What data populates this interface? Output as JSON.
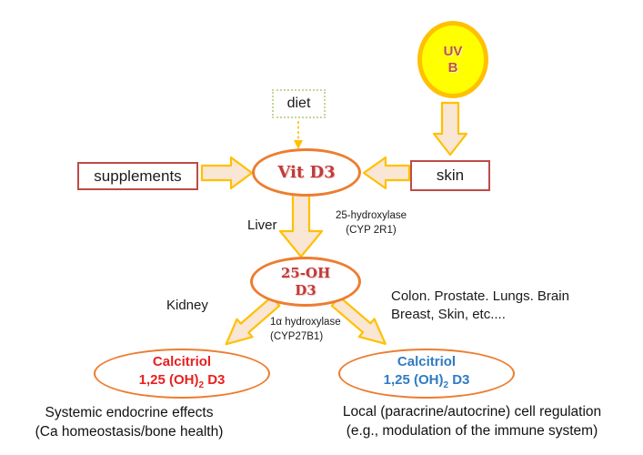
{
  "palette": {
    "arrow_fill": "#FAE6D4",
    "arrow_stroke": "#FFC000",
    "ellipse_stroke": "#ED7D31",
    "red_box_stroke": "#BE4B48",
    "diet_box_stroke": "#C3D69B",
    "uvb_fill": "#FFFF00",
    "dark_red_text": "#C13B3B",
    "bright_red_text": "#E82020",
    "blue_text": "#2F7BC3"
  },
  "nodes": {
    "uvb": {
      "line1": "UV",
      "line2": "B"
    },
    "diet": {
      "label": "diet"
    },
    "supplements": {
      "label": "supplements"
    },
    "skin": {
      "label": "skin"
    },
    "vitd3": {
      "label": "Vit D3"
    },
    "oh25": {
      "line1": "25-OH",
      "line2": "D3"
    },
    "calcitriol_left": {
      "line1": "Calcitriol",
      "formula_pre": "1,25 (OH)",
      "formula_sub": "2",
      "formula_post": " D3"
    },
    "calcitriol_right": {
      "line1": "Calcitriol",
      "formula_pre": "1,25 (OH)",
      "formula_sub": "2",
      "formula_post": " D3"
    }
  },
  "labels": {
    "liver": "Liver",
    "enzyme1_line1": "25-hydroxylase",
    "enzyme1_line2": "(CYP 2R1)",
    "kidney": "Kidney",
    "enzyme2_line1": "1α hydroxylase",
    "enzyme2_line2": "(CYP27B1)",
    "tissues_line1": "Colon. Prostate. Lungs. Brain",
    "tissues_line2": "Breast, Skin, etc....",
    "caption_left_line1": "Systemic endocrine effects",
    "caption_left_line2": "(Ca homeostasis/bone health)",
    "caption_right_line1": "Local (paracrine/autocrine) cell regulation",
    "caption_right_line2": "(e.g., modulation of the immune system)"
  }
}
